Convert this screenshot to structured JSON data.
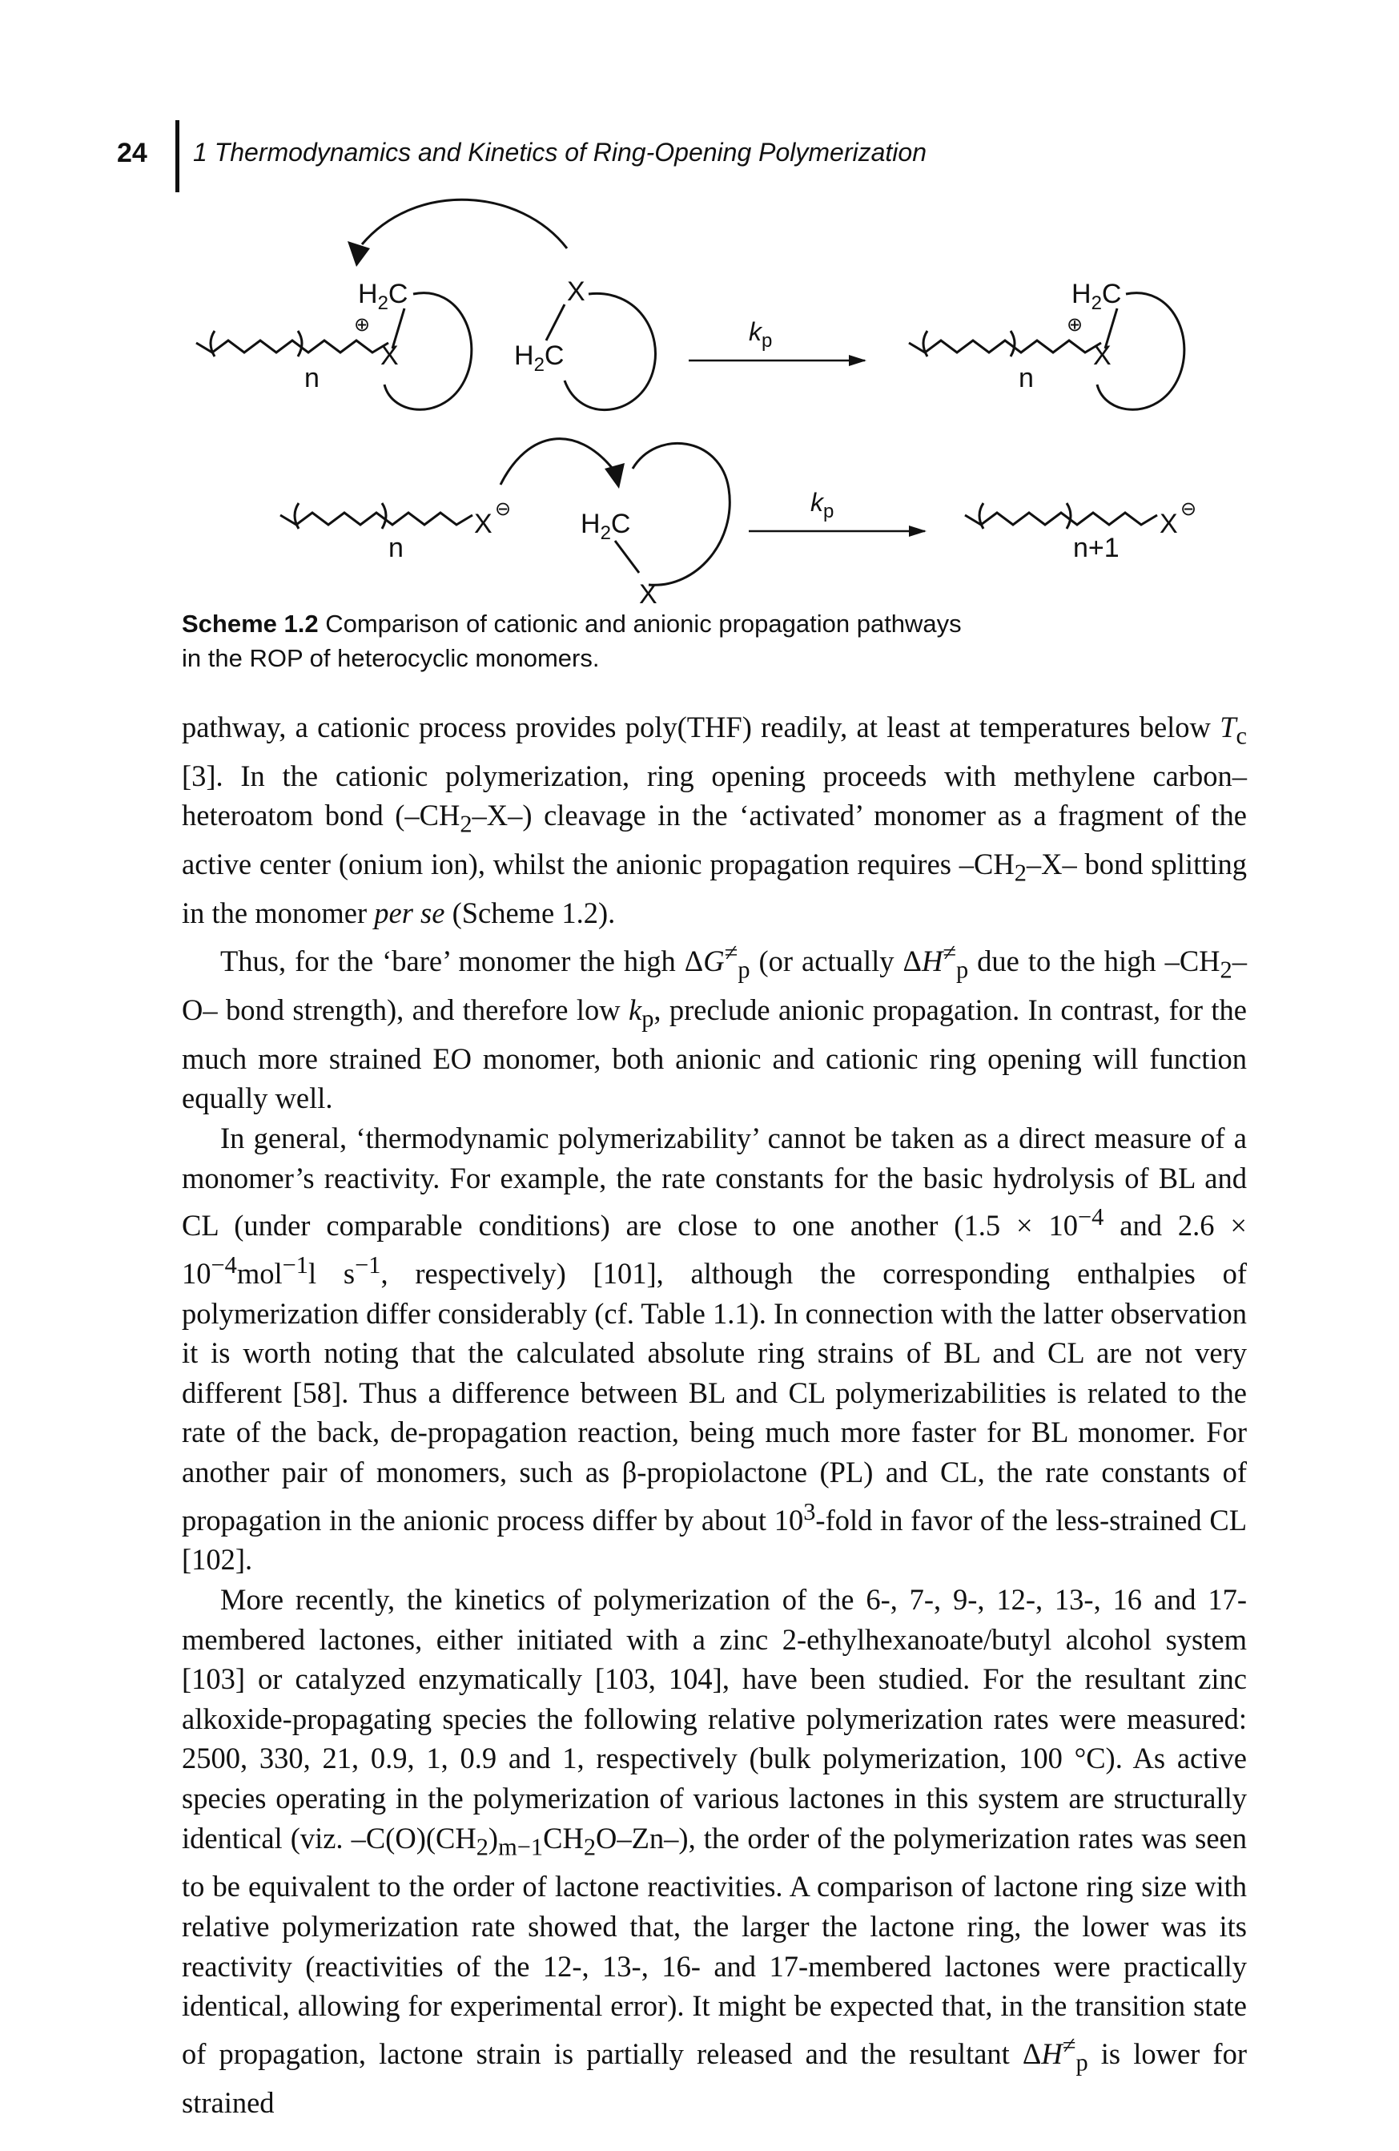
{
  "header": {
    "page_number": "24",
    "running_title": "1 Thermodynamics and Kinetics of Ring-Opening Polymerization"
  },
  "scheme": {
    "labels": {
      "h2c": "H",
      "c": "C",
      "sub2": "2",
      "x": "X",
      "plus": "⊕",
      "minus": "⊖",
      "n": "n",
      "n_plus_1": "n+1",
      "kp_k": "k",
      "kp_p": "p"
    },
    "caption_label": "Scheme 1.2",
    "caption_text": "Comparison of cationic and anionic propagation pathways in the ROP of heterocyclic monomers."
  },
  "body": {
    "p1": {
      "a": "pathway, a cationic process provides poly(THF) readily, at least at temperatures below ",
      "tc_T": "T",
      "tc_c": "c",
      "b": " [3]. In the cationic polymerization, ring opening proceeds with methylene carbon–heteroatom bond (–CH",
      "sub2a": "2",
      "c": "–X–) cleavage in the ‘activated’ monomer as a fragment of the active center (onium ion), whilst the anionic propagation requires –CH",
      "sub2b": "2",
      "d": "–X– bond splitting in the monomer ",
      "perse": "per se",
      "e": " (Scheme 1.2)."
    },
    "p2": {
      "a": "Thus, for the ‘bare’ monomer the high Δ",
      "G": "G",
      "ddag": "≠",
      "p": "p",
      "b": " (or actually Δ",
      "H": "H",
      "c": " due to the high –CH",
      "sub2": "2",
      "d": "–O– bond strength), and therefore low ",
      "k": "k",
      "e": ", preclude anionic propagation. In contrast, for the much more strained EO monomer, both anionic and cationic ring opening will function equally well."
    },
    "p3": {
      "a": "In general, ‘thermodynamic polymerizability’ cannot be taken as a direct measure of a monomer’s reactivity. For example, the rate constants for the basic hydrolysis of BL and CL (under comparable conditions) are close to one another (1.5 × 10",
      "exp1": "−4",
      "b": " and 2.6 × 10",
      "exp2": "−4",
      "c": "mol",
      "exp3": "−1",
      "d": "l s",
      "exp4": "−1",
      "e": ", respectively) [101], although the corresponding enthalpies of polymerization differ considerably (cf. Table 1.1). In connection with the latter observation it is worth noting that the calculated absolute ring strains of BL and CL are not very different [58]. Thus a difference between BL and CL polymerizabilities is related to the rate of the back, de-propagation reaction, being much more faster for BL monomer. For another pair of monomers, such as β-propiolactone (PL) and CL, the rate constants of propagation in the anionic process differ by about 10",
      "exp5": "3",
      "f": "-fold in favor of the less-strained CL [102]."
    },
    "p4": {
      "a": "More recently, the kinetics of polymerization of the 6-, 7-, 9-, 12-, 13-, 16 and 17-membered lactones, either initiated with a zinc 2-ethylhexanoate/butyl alcohol system [103] or catalyzed enzymatically [103, 104], have been studied. For the resultant zinc alkoxide-propagating species the following relative polymerization rates were measured: 2500, 330, 21, 0.9, 1, 0.9 and 1, respectively (bulk polymerization, 100 °C). As active species operating in the polymerization of various lactones in this system are structurally identical (viz. –C(O)(CH",
      "s1": "2",
      "b": ")",
      "s2": "m−1",
      "c": "CH",
      "s3": "2",
      "d": "O–Zn–), the order of the polymerization rates was seen to be equivalent to the order of lactone reactivities. A comparison of lactone ring size with relative polymerization rate showed that, the larger the lactone ring, the lower was its reactivity (reactivities of the 12-, 13-, 16- and 17-membered lactones were practically identical, allowing for experimental error). It might be expected that, in the transition state of propagation, lactone strain is partially released and the resultant Δ",
      "H": "H",
      "ddag": "≠",
      "p": "p",
      "e": " is lower for strained"
    }
  }
}
